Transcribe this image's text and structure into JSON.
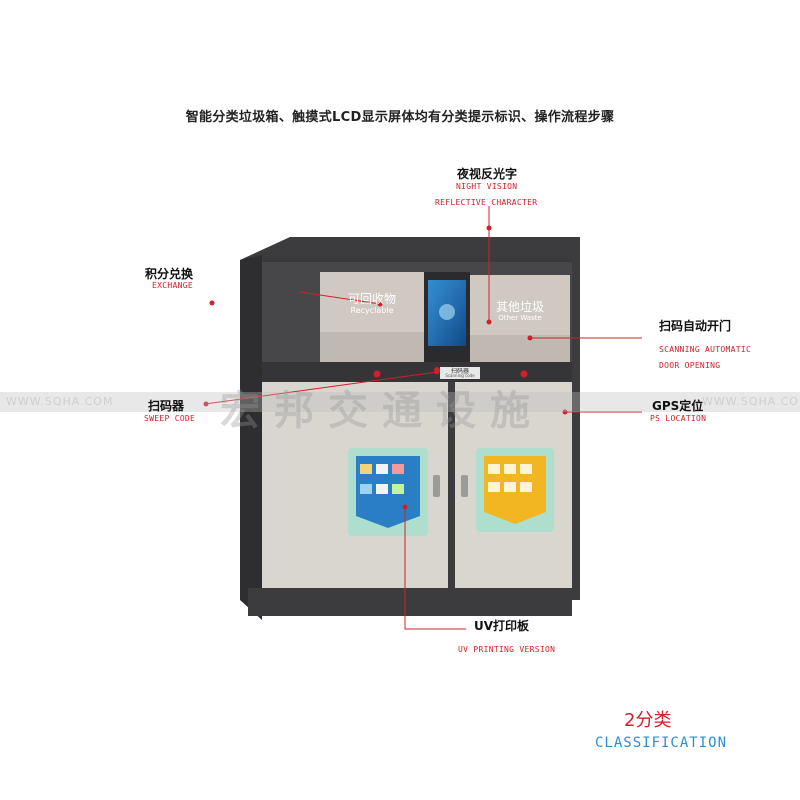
{
  "headline": "智能分类垃圾箱、触摸式LCD显示屏体均有分类提示标识、操作流程步骤",
  "labels": {
    "night_vision_zh": "夜视反光字",
    "night_vision_en1": "NIGHT VISION",
    "night_vision_en2": "REFLECTIVE CHARACTER",
    "exchange_zh": "积分兑换",
    "exchange_en": "EXCHANGE",
    "scan_open_zh": "扫码自动开门",
    "scan_open_en1": "SCANNING AUTOMATIC",
    "scan_open_en2": "DOOR OPENING",
    "sweep_zh": "扫码器",
    "sweep_en": "SWEEP CODE",
    "gps_zh": "GPS定位",
    "gps_en": "PS LOCATION",
    "uv_zh": "UV打印板",
    "uv_en": "UV PRINTING VERSION"
  },
  "bin": {
    "left_zh": "可回收物",
    "left_en": "Recyclable",
    "right_zh": "其他垃圾",
    "right_en": "Other Waste",
    "scanner_label": "扫码器",
    "scanner_sub": "Scanning code"
  },
  "watermark": {
    "url_left": "WWW.SQHA.COM",
    "url_right": "WWW.SQHA.COM",
    "cn": "宏邦交通设施"
  },
  "classification": {
    "zh": "2分类",
    "en": "CLASSIFICATION"
  },
  "colors": {
    "accent_red": "#d0202a",
    "accent_blue": "#2a8fd6",
    "frame": "#3c3c3e",
    "door": "#d9d6d0",
    "panel": "#cfc9c2"
  }
}
